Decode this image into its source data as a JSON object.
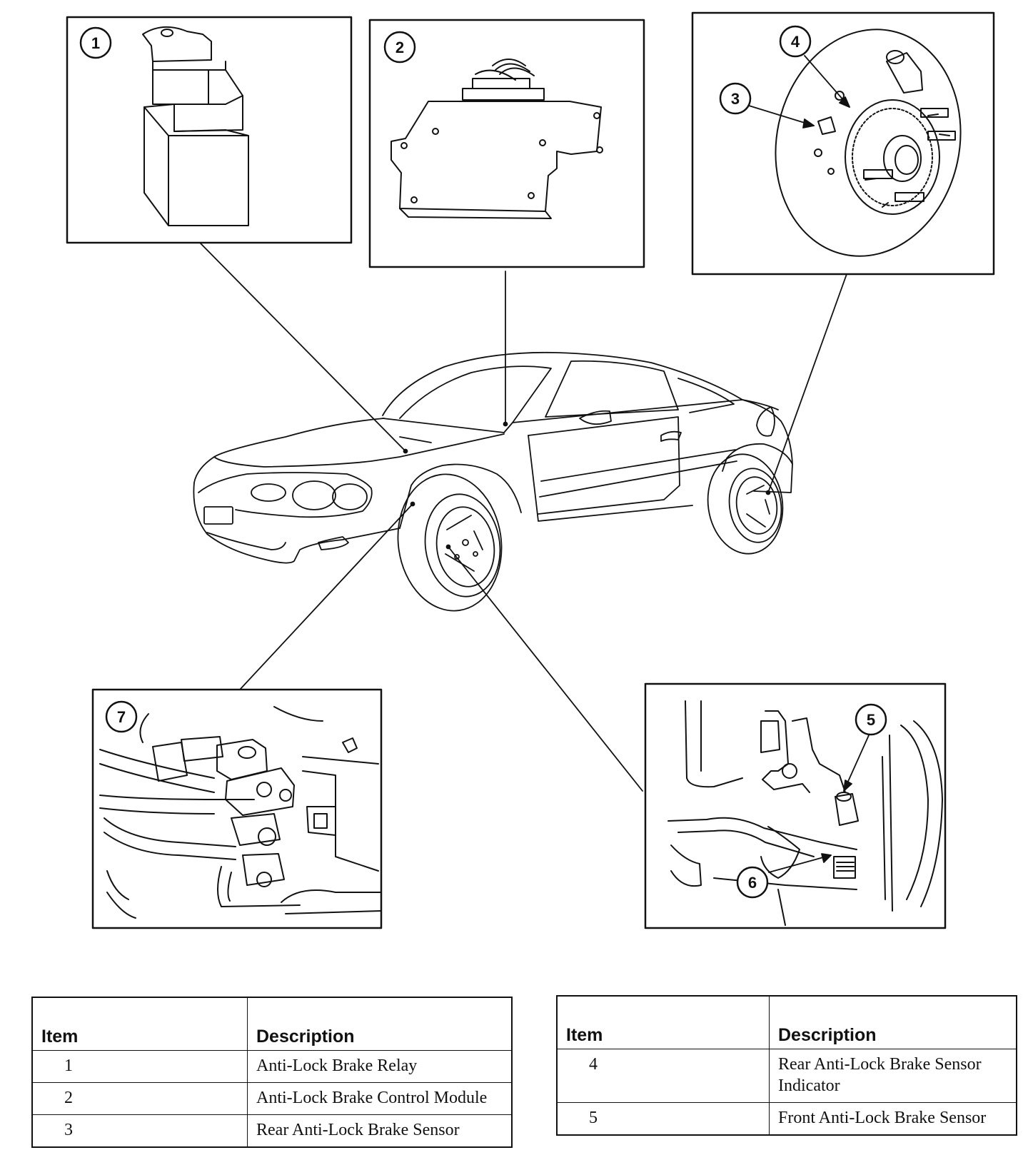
{
  "callouts": [
    "1",
    "2",
    "3",
    "4",
    "5",
    "6",
    "7"
  ],
  "tables": {
    "left": {
      "headers": {
        "item": "Item",
        "description": "Description"
      },
      "rows": [
        {
          "item": "1",
          "description": "Anti-Lock Brake Relay"
        },
        {
          "item": "2",
          "description": "Anti-Lock Brake Control Module"
        },
        {
          "item": "3",
          "description": "Rear Anti-Lock Brake Sensor"
        }
      ]
    },
    "right": {
      "headers": {
        "item": "Item",
        "description": "Description"
      },
      "rows": [
        {
          "item": "4",
          "description": "Rear Anti-Lock Brake Sensor Indicator"
        },
        {
          "item": "5",
          "description": "Front Anti-Lock Brake Sensor"
        }
      ]
    }
  }
}
